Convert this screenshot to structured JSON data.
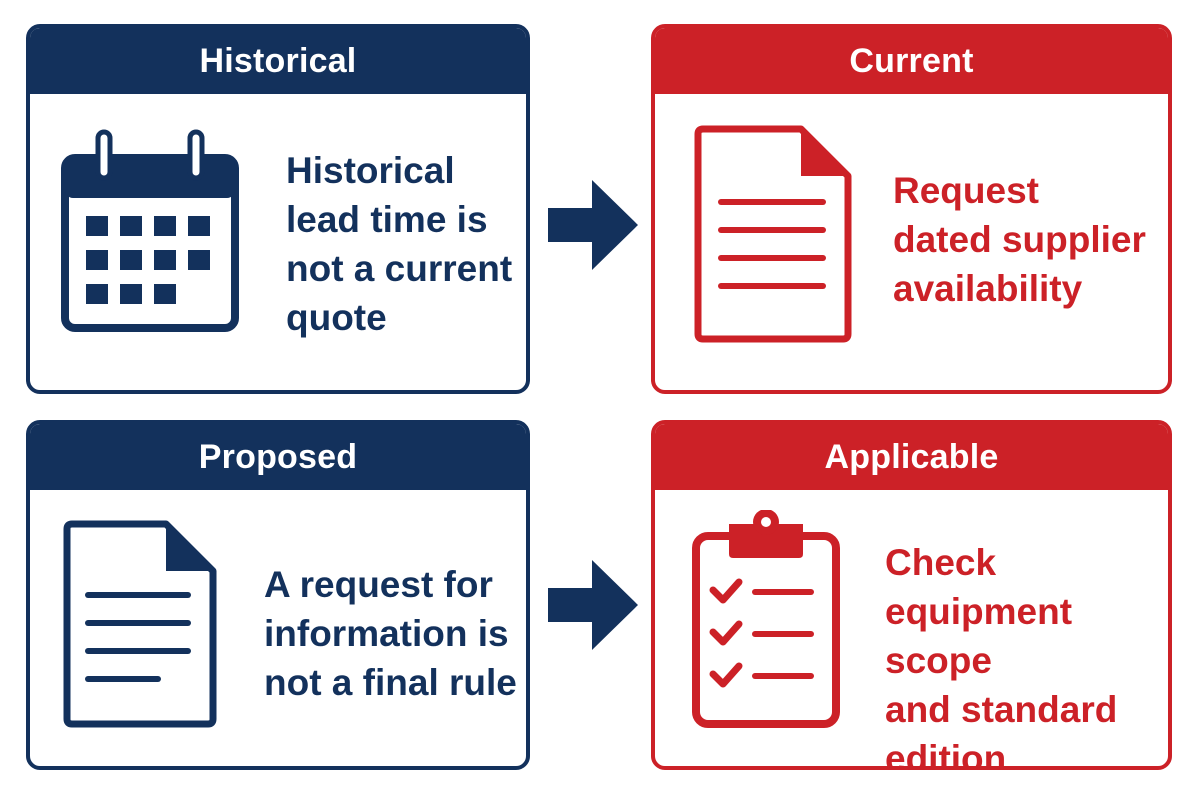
{
  "colors": {
    "navy": "#13315c",
    "red": "#cc2127"
  },
  "cards": [
    {
      "id": "historical",
      "title": "Historical",
      "icon": "calendar-icon",
      "text": "Historical\nlead time is\nnot a current\nquote"
    },
    {
      "id": "current",
      "title": "Current",
      "icon": "document-icon",
      "text": "Request\ndated supplier\navailability"
    },
    {
      "id": "proposed",
      "title": "Proposed",
      "icon": "document-icon",
      "text": "A request for\ninformation is\nnot a final rule"
    },
    {
      "id": "applicable",
      "title": "Applicable",
      "icon": "clipboard-checklist-icon",
      "text": "Check\nequipment scope\nand standard\nedition"
    }
  ],
  "arrows": [
    {
      "from": "historical",
      "to": "current",
      "icon": "arrow-right-icon"
    },
    {
      "from": "proposed",
      "to": "applicable",
      "icon": "arrow-right-icon"
    }
  ]
}
